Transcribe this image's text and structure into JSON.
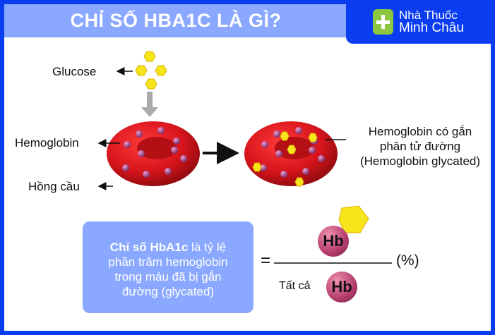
{
  "title": "CHỈ SỐ HBA1C LÀ GÌ?",
  "brand": {
    "line1": "Nhà Thuốc",
    "line2": "Minh Châu",
    "color": "#8dc63f"
  },
  "labels": {
    "glucose": "Glucose",
    "hemoglobin": "Hemoglobin",
    "red_cell": "Hồng cầu",
    "glycated_1": "Hemoglobin có gắn",
    "glycated_2": "phân tử đường",
    "glycated_3": "(Hemoglobin glycated)"
  },
  "definition": {
    "bold": "Chỉ số HbA1c",
    "rest1": " là tỷ lệ",
    "line2": "phần trăm hemoglobin",
    "line3": "trong máu đã bị gắn",
    "line4": "đường (glycated)"
  },
  "formula": {
    "equals": "=",
    "numerator": "Hb",
    "denominator_prefix": "Tất cả",
    "denominator": "Hb",
    "unit": "(%)"
  },
  "colors": {
    "border": "#0b3df0",
    "banner": "#8aa8ff",
    "cell": "#d8141c",
    "glucose": "#f7e51c"
  }
}
